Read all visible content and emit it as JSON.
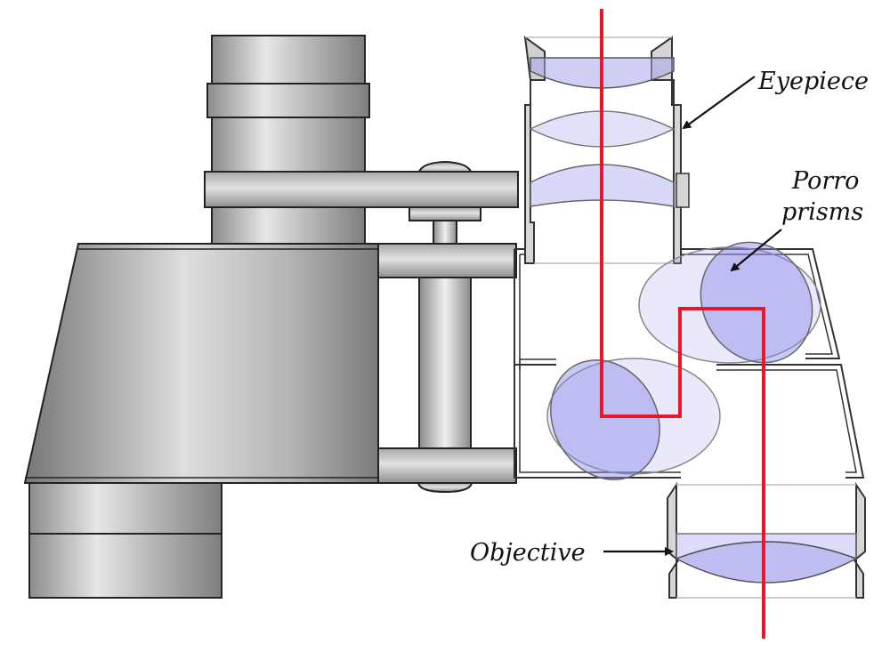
{
  "labels": {
    "eyepiece": "Eyepiece",
    "porro_line1": "Porro",
    "porro_line2": "prisms",
    "objective": "Objective"
  },
  "colors": {
    "metal_dark": "#8a8a8a",
    "metal_light": "#e4e4e4",
    "lens_fill": "#9a9aee",
    "light_ray": "#e8182c",
    "outline": "#2a2a2a"
  }
}
